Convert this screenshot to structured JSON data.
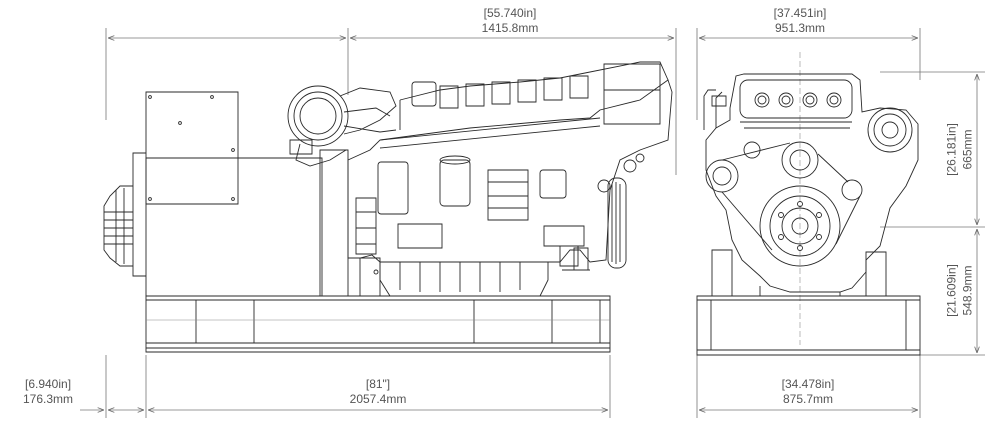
{
  "dimensions": {
    "overall_length": {
      "inches": "55.740in",
      "mm": "1415.8mm"
    },
    "width": {
      "inches": "37.451in",
      "mm": "951.3mm"
    },
    "height_upper": {
      "inches": "26.181in",
      "mm": "665mm"
    },
    "height_lower": {
      "inches": "21.609in",
      "mm": "548.9mm"
    },
    "overhang": {
      "inches": "6.940in",
      "mm": "176.3mm"
    },
    "base_length": {
      "inches": "81\"",
      "mm": "2057.4mm"
    },
    "base_width": {
      "inches": "34.478in",
      "mm": "875.7mm"
    }
  },
  "colors": {
    "line": "#2a2a2a",
    "dim_line": "#666666",
    "text": "#555555"
  }
}
